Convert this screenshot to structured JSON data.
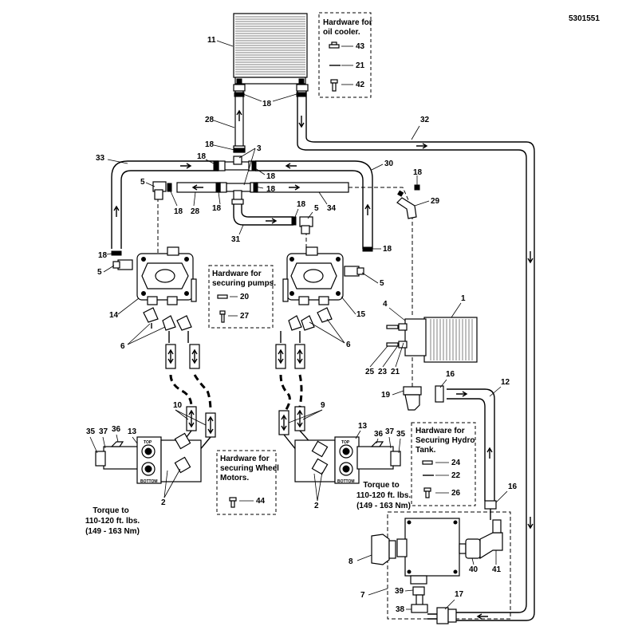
{
  "diagram_id": "5301551",
  "callouts": [
    "1",
    "2",
    "3",
    "4",
    "5",
    "6",
    "7",
    "8",
    "9",
    "10",
    "11",
    "12",
    "13",
    "14",
    "15",
    "16",
    "17",
    "18",
    "19",
    "20",
    "21",
    "22",
    "23",
    "24",
    "25",
    "26",
    "27",
    "28",
    "29",
    "30",
    "31",
    "32",
    "33",
    "34",
    "35",
    "36",
    "37",
    "38",
    "39",
    "40",
    "41",
    "42",
    "43",
    "44"
  ],
  "hardware_boxes": {
    "oil_cooler": {
      "title_line1": "Hardware for",
      "title_line2": "oil cooler.",
      "items": [
        "43",
        "21",
        "42"
      ]
    },
    "pumps": {
      "title_line1": "Hardware for",
      "title_line2": "securing pumps.",
      "items": [
        "20",
        "27"
      ]
    },
    "wheel_motors": {
      "title_line1": "Hardware for",
      "title_line2": "securing Wheel",
      "title_line3": "Motors.",
      "items": [
        "44"
      ]
    },
    "hydro_tank": {
      "title_line1": "Hardware for",
      "title_line2": "Securing Hydro",
      "title_line3": "Tank.",
      "items": [
        "24",
        "22",
        "26"
      ]
    }
  },
  "torque_notes": {
    "left": {
      "line1": "Torque to",
      "line2": "110-120 ft. lbs.",
      "line3": "(149 - 163 Nm)"
    },
    "right": {
      "line1": "Torque to",
      "line2": "110-120 ft. lbs.",
      "line3": "(149 - 163 Nm)"
    }
  },
  "motor_labels": {
    "top": "TOP",
    "bottom": "BOTTOM"
  }
}
